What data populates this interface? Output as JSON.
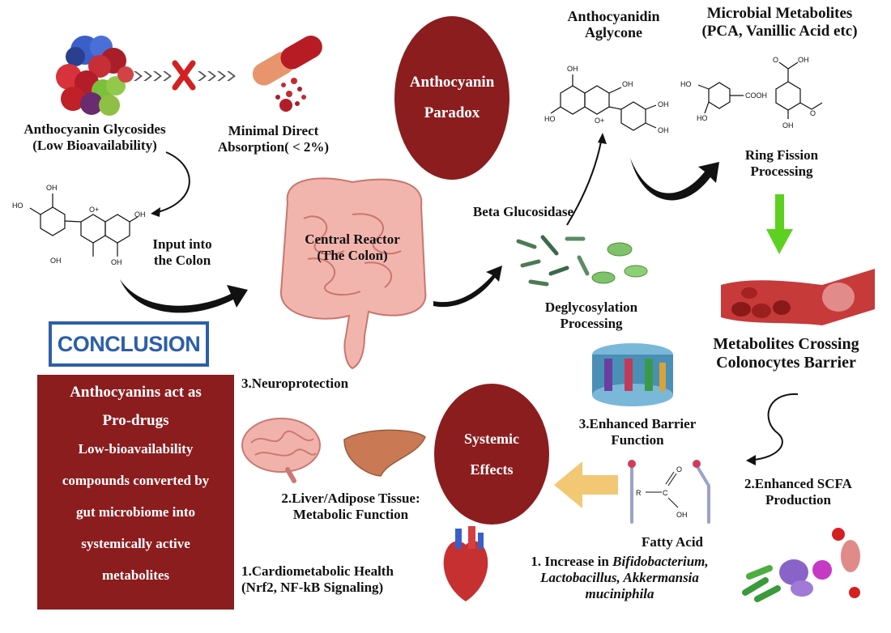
{
  "oval_paradox": {
    "line1": "Anthocyanin",
    "line2": "Paradox"
  },
  "oval_systemic": {
    "line1": "Systemic",
    "line2": "Effects"
  },
  "labels": {
    "glycosides_1": "Anthocyanin Glycosides",
    "glycosides_2": "(Low Bioavailability)",
    "absorption_1": "Minimal Direct",
    "absorption_2": "Absorption( < 2%)",
    "input_1": "Input into",
    "input_2": "the Colon",
    "reactor_1": "Central Reactor",
    "reactor_2": "(The Colon)",
    "beta_glucosidase": "Beta Glucosidase",
    "deglyco_1": "Deglycosylation",
    "deglyco_2": "Processing",
    "aglycone_1": "Anthocyanidin",
    "aglycone_2": "Aglycone",
    "microbial_1": "Microbial Metabolites",
    "microbial_2": "(PCA, Vanillic Acid etc)",
    "ring_1": "Ring Fission",
    "ring_2": "Processing",
    "crossing_1": "Metabolites Crossing",
    "crossing_2": "Colonocytes Barrier",
    "barrier_1": "3.Enhanced Barrier",
    "barrier_2": "Function",
    "scfa_1": "2.Enhanced SCFA",
    "scfa_2": "Production",
    "fatty_acid": "Fatty Acid",
    "increase_1": "1.  Increase in",
    "increase_bifido": "Bifidobacterium,",
    "increase_2": "Lactobacillus, Akkermansia",
    "increase_3": "muciniphila",
    "neuro": "3.Neuroprotection",
    "liver_1": "2.Liver/Adipose Tissue:",
    "liver_2": "Metabolic Function",
    "cardio_1": "1.Cardiometabolic Health",
    "cardio_2": "(Nrf2, NF-kB Signaling)"
  },
  "conclusion": {
    "title": "CONCLUSION",
    "line1": "Anthocyanins act as",
    "line2": "Pro-drugs",
    "line3": "Low-bioavailability",
    "line4": "compounds converted by",
    "line5": "gut microbiome into",
    "line6": "systemically active",
    "line7": "metabolites"
  },
  "chem": {
    "oh": "OH",
    "ho": "HO",
    "o_plus": "O+",
    "o": "O",
    "cooh": "COOH",
    "r": "R",
    "c": "C"
  },
  "colors": {
    "maroon": "#8b1d1f",
    "blue": "#2c5fa8",
    "green_arrow": "#5cd11f",
    "yellow_arrow": "#f2c875"
  }
}
